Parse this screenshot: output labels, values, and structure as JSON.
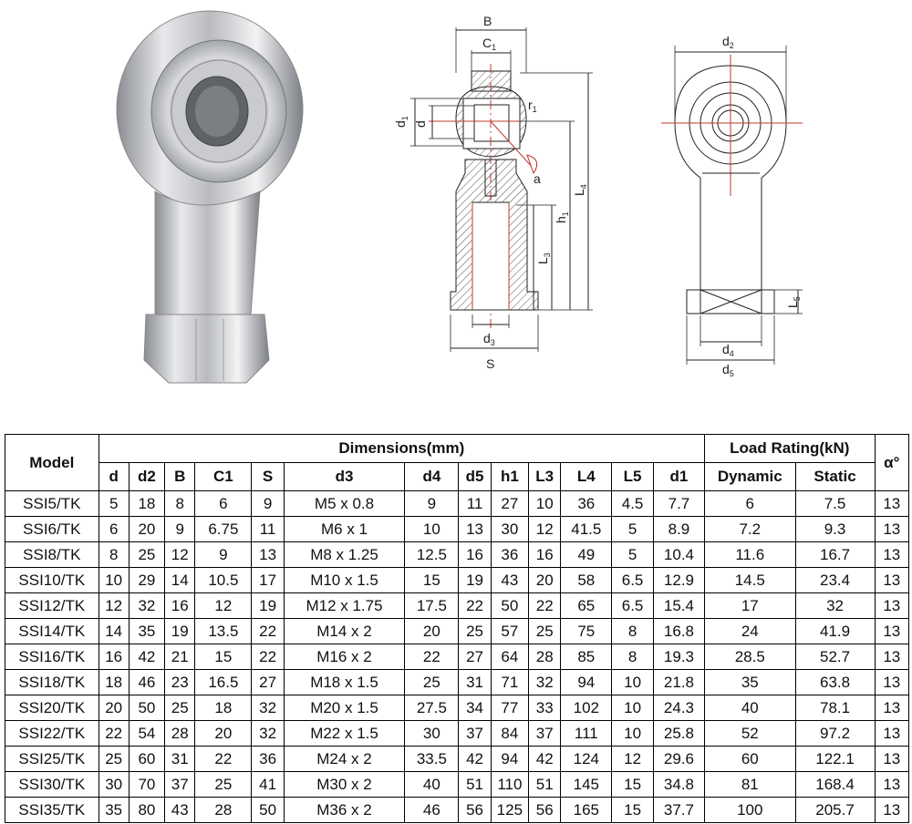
{
  "diagram": {
    "labels": {
      "B": "B",
      "C1": "C",
      "C1_sub": "1",
      "d1": "d",
      "d1_sub": "1",
      "d": "d",
      "r1": "r",
      "r1_sub": "1",
      "a": "a",
      "L4": "L",
      "L4_sub": "4",
      "h1": "h",
      "h1_sub": "1",
      "L3": "L",
      "L3_sub": "3",
      "d3": "d",
      "d3_sub": "3",
      "S": "S",
      "d2": "d",
      "d2_sub": "2",
      "L5": "L",
      "L5_sub": "5",
      "d4": "d",
      "d4_sub": "4",
      "d5": "d",
      "d5_sub": "5"
    }
  },
  "table": {
    "header": {
      "model": "Model",
      "dimensions": "Dimensions(mm)",
      "load_rating": "Load Rating(kN)",
      "alpha": "α°",
      "dim_cols": [
        "d",
        "d2",
        "B",
        "C1",
        "S",
        "d3",
        "d4",
        "d5",
        "h1",
        "L3",
        "L4",
        "L5",
        "d1"
      ],
      "load_cols": [
        "Dynamic",
        "Static"
      ]
    },
    "rows": [
      [
        "SSI5/TK",
        "5",
        "18",
        "8",
        "6",
        "9",
        "M5 x 0.8",
        "9",
        "11",
        "27",
        "10",
        "36",
        "4.5",
        "7.7",
        "6",
        "7.5",
        "13"
      ],
      [
        "SSI6/TK",
        "6",
        "20",
        "9",
        "6.75",
        "11",
        "M6 x 1",
        "10",
        "13",
        "30",
        "12",
        "41.5",
        "5",
        "8.9",
        "7.2",
        "9.3",
        "13"
      ],
      [
        "SSI8/TK",
        "8",
        "25",
        "12",
        "9",
        "13",
        "M8 x 1.25",
        "12.5",
        "16",
        "36",
        "16",
        "49",
        "5",
        "10.4",
        "11.6",
        "16.7",
        "13"
      ],
      [
        "SSI10/TK",
        "10",
        "29",
        "14",
        "10.5",
        "17",
        "M10 x 1.5",
        "15",
        "19",
        "43",
        "20",
        "58",
        "6.5",
        "12.9",
        "14.5",
        "23.4",
        "13"
      ],
      [
        "SSI12/TK",
        "12",
        "32",
        "16",
        "12",
        "19",
        "M12 x 1.75",
        "17.5",
        "22",
        "50",
        "22",
        "65",
        "6.5",
        "15.4",
        "17",
        "32",
        "13"
      ],
      [
        "SSI14/TK",
        "14",
        "35",
        "19",
        "13.5",
        "22",
        "M14 x 2",
        "20",
        "25",
        "57",
        "25",
        "75",
        "8",
        "16.8",
        "24",
        "41.9",
        "13"
      ],
      [
        "SSI16/TK",
        "16",
        "42",
        "21",
        "15",
        "22",
        "M16 x 2",
        "22",
        "27",
        "64",
        "28",
        "85",
        "8",
        "19.3",
        "28.5",
        "52.7",
        "13"
      ],
      [
        "SSI18/TK",
        "18",
        "46",
        "23",
        "16.5",
        "27",
        "M18 x 1.5",
        "25",
        "31",
        "71",
        "32",
        "94",
        "10",
        "21.8",
        "35",
        "63.8",
        "13"
      ],
      [
        "SSI20/TK",
        "20",
        "50",
        "25",
        "18",
        "32",
        "M20 x 1.5",
        "27.5",
        "34",
        "77",
        "33",
        "102",
        "10",
        "24.3",
        "40",
        "78.1",
        "13"
      ],
      [
        "SSI22/TK",
        "22",
        "54",
        "28",
        "20",
        "32",
        "M22 x 1.5",
        "30",
        "37",
        "84",
        "37",
        "111",
        "10",
        "25.8",
        "52",
        "97.2",
        "13"
      ],
      [
        "SSI25/TK",
        "25",
        "60",
        "31",
        "22",
        "36",
        "M24 x 2",
        "33.5",
        "42",
        "94",
        "42",
        "124",
        "12",
        "29.6",
        "60",
        "122.1",
        "13"
      ],
      [
        "SSI30/TK",
        "30",
        "70",
        "37",
        "25",
        "41",
        "M30 x 2",
        "40",
        "51",
        "110",
        "51",
        "145",
        "15",
        "34.8",
        "81",
        "168.4",
        "13"
      ],
      [
        "SSI35/TK",
        "35",
        "80",
        "43",
        "28",
        "50",
        "M36 x 2",
        "46",
        "56",
        "125",
        "56",
        "165",
        "15",
        "37.7",
        "100",
        "205.7",
        "13"
      ]
    ]
  }
}
